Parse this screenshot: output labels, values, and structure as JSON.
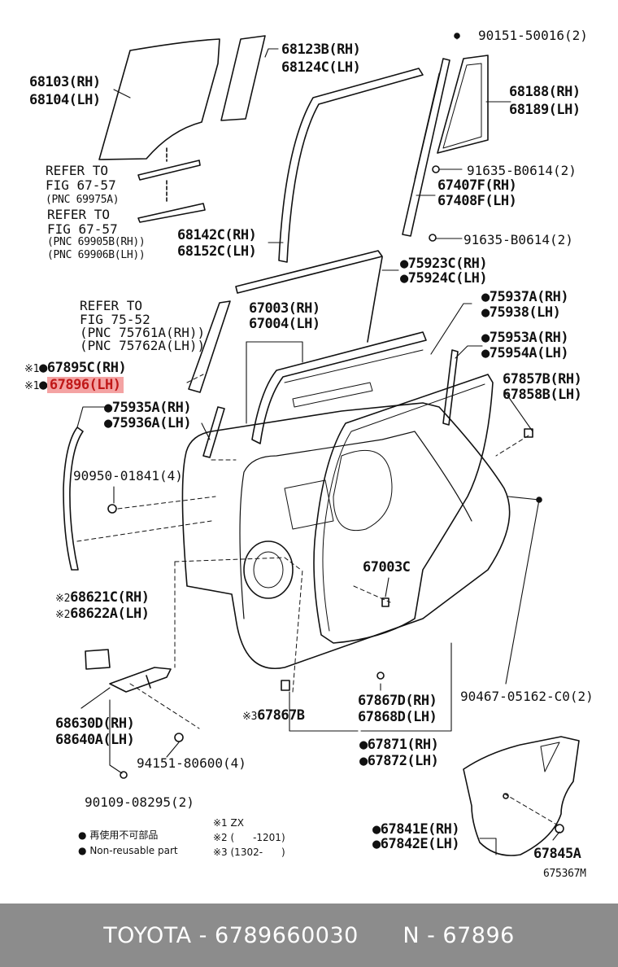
{
  "labels": {
    "p68103": "68103(RH)",
    "p68104": "68104(LH)",
    "p68123": "68123B(RH)",
    "p68124": "68124C(LH)",
    "p90151": "90151-50016(2)",
    "p68188": "68188(RH)",
    "p68189": "68189(LH)",
    "ref1a": "REFER TO",
    "ref1b": "FIG 67-57",
    "ref1c": "(PNC 69975A)",
    "ref2a": "REFER TO",
    "ref2b": "FIG 67-57",
    "ref2c": "(PNC 69905B(RH))",
    "ref2d": "(PNC 69906B(LH))",
    "p91635a": "91635-B0614(2)",
    "p67407": "67407F(RH)",
    "p67408": "67408F(LH)",
    "p68142": "68142C(RH)",
    "p68152": "68152C(LH)",
    "p91635b": "91635-B0614(2)",
    "p75923": "75923C(RH)",
    "p75924": "75924C(LH)",
    "ref3a": "REFER TO",
    "ref3b": "FIG 75-52",
    "ref3c": "(PNC 75761A(RH))",
    "ref3d": "(PNC 75762A(LH))",
    "p67003": "67003(RH)",
    "p67004": "67004(LH)",
    "p75937": "75937A(RH)",
    "p75938": "75938(LH)",
    "p75953": "75953A(RH)",
    "p75954": "75954A(LH)",
    "p67895_mark": "※1",
    "p67895": "67895C(RH)",
    "p67896_mark": "※1",
    "p67896": "67896(LH)",
    "p75935": "75935A(RH)",
    "p75936": "75936A(LH)",
    "p67857": "67857B(RH)",
    "p67858": "67858B(LH)",
    "p90950": "90950-01841(4)",
    "p67003c": "67003C",
    "p68621_mark": "※2",
    "p68621": "68621C(RH)",
    "p68622_mark": "※2",
    "p68622": "68622A(LH)",
    "p67867_mark": "※3",
    "p67867": "67867B",
    "p67867d": "67867D(RH)",
    "p67868d": "67868D(LH)",
    "p90467": "90467-05162-C0(2)",
    "p68630": "68630D(RH)",
    "p68640": "68640A(LH)",
    "p67871": "67871(RH)",
    "p67872": "67872(LH)",
    "p94151": "94151-80600(4)",
    "p90109": "90109-08295(2)",
    "p67841": "67841E(RH)",
    "p67842": "67842E(LH)",
    "p67845": "67845A",
    "diagram_id": "675367M"
  },
  "bullet": "●",
  "legend": {
    "jp": "再使用不可部品",
    "en": "Non-reusable part",
    "n1": "※1 ZX",
    "n2": "※2 (      -1201)",
    "n3": "※3 (1302-      )"
  },
  "footer": {
    "brand": "TOYOTA",
    "part_number": "6789660030",
    "ref": "N - 67896"
  },
  "colors": {
    "highlight_bg": "#f4a3a3",
    "highlight_text": "#c01818",
    "footer_bg": "#8c8c8c",
    "footer_text": "#ffffff",
    "line": "#111111"
  }
}
